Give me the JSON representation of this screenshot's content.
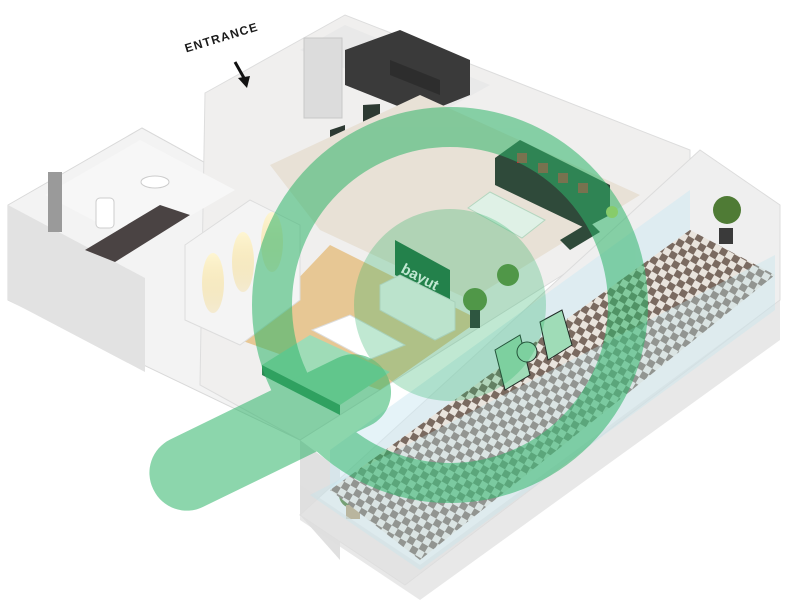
{
  "labels": {
    "entrance": "ENTRANCE",
    "tv_screen": "bayut"
  },
  "colors": {
    "watermark_green": "#2fb56a",
    "sofa": "#2f4a3a",
    "cushion": "#d3212f",
    "checker_dark": "#7a6a60",
    "checker_light": "#e9e4dd",
    "wall": "#f1f1f1",
    "floor_wood": "#e6c58f",
    "floor_tile": "#e8e1d6"
  },
  "icons": {
    "entrance_arrow": "arrow-down-icon",
    "watermark": "bayut-logo-watermark"
  }
}
